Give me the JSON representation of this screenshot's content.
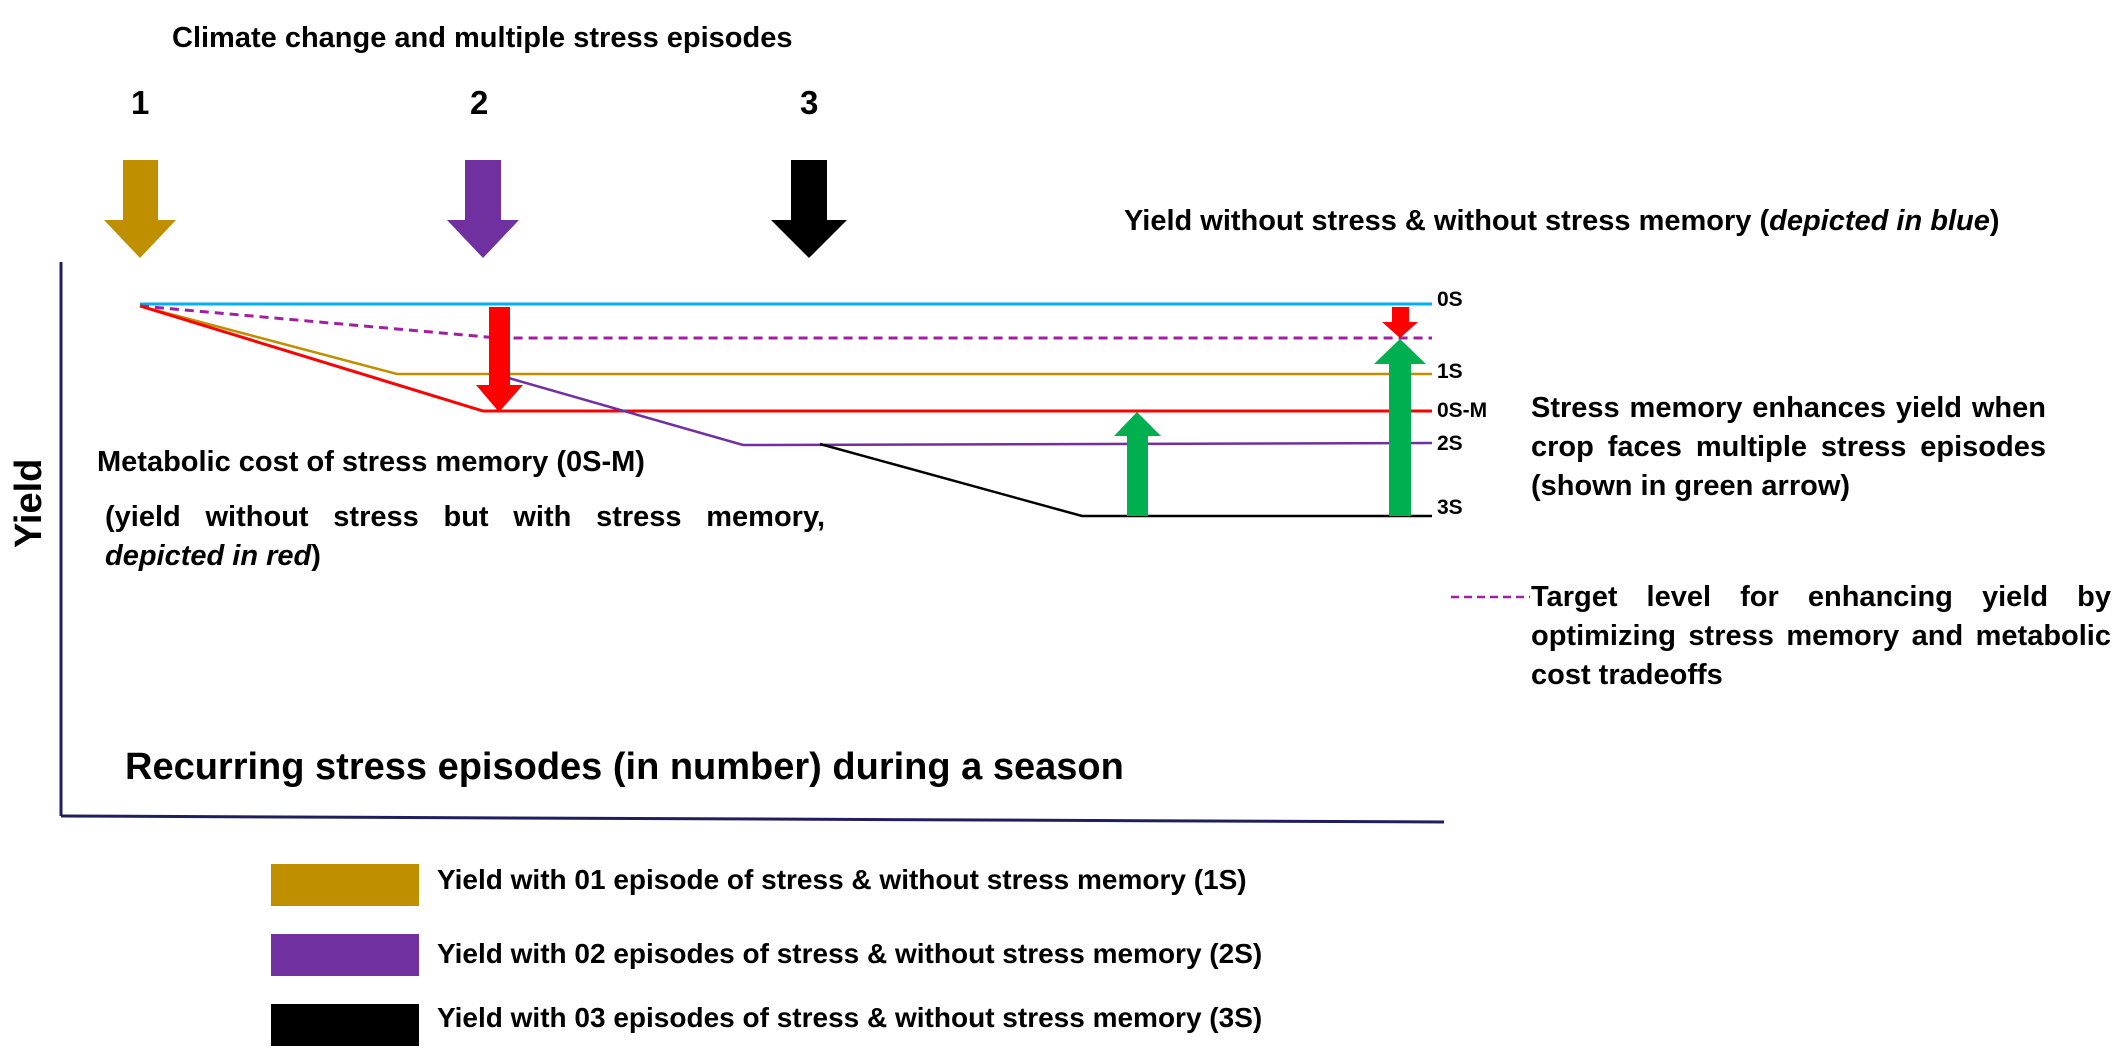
{
  "title": "Climate change and multiple stress episodes",
  "episodes": [
    {
      "label": "1",
      "color": "#bf8f00"
    },
    {
      "label": "2",
      "color": "#7030a0"
    },
    {
      "label": "3",
      "color": "#000000"
    }
  ],
  "yield_no_stress_note": {
    "prefix": "Yield without stress & without stress memory (",
    "italic": "depicted in blue",
    "suffix": ")"
  },
  "levels": {
    "zero_s": "0S",
    "one_s": "1S",
    "zero_s_m": "0S-M",
    "two_s": "2S",
    "three_s": "3S"
  },
  "metabolic_cost": {
    "heading": "Metabolic cost of stress memory (0S-M)",
    "line1": "(yield without stress but with stress memory,",
    "line2_italic": "depicted in red",
    "line2_suffix": ")"
  },
  "stress_memory_note": {
    "line1": "Stress memory enhances yield when",
    "line2": "crop faces multiple stress episodes",
    "line3": "(shown in green arrow)"
  },
  "target_note": {
    "line1": "Target level for enhancing yield by",
    "line2": "optimizing stress memory and metabolic",
    "line3": "cost tradeoffs"
  },
  "y_axis_label": "Yield",
  "x_axis_label": "Recurring stress episodes (in number) during a season",
  "legend": [
    {
      "label": "Yield with 01 episode of stress & without stress memory (1S)",
      "color": "#bf8f00"
    },
    {
      "label": "Yield with 02 episodes of stress & without stress memory (2S)",
      "color": "#7030a0"
    },
    {
      "label": "Yield with 03 episodes of stress & without stress memory (3S)",
      "color": "#000000"
    }
  ],
  "colors": {
    "no_stress": "#00b0f0",
    "memory_cost": "#ff0000",
    "target": "#a020a0",
    "enhancement_arrow": "#00b050",
    "axis": "#1f1f5f"
  }
}
